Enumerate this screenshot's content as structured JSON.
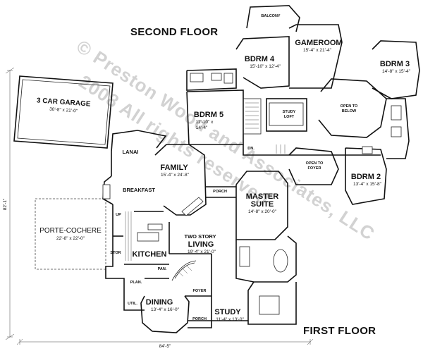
{
  "headings": {
    "second_floor": "SECOND FLOOR",
    "first_floor": "FIRST FLOOR"
  },
  "watermark": {
    "line1": "© Preston Wood and Associates, LLC",
    "line2": "2008 All rights reserved"
  },
  "overall_dims": {
    "width": "84'-5\"",
    "depth": "82'-1\""
  },
  "rooms": {
    "garage": {
      "name": "3 CAR GARAGE",
      "size": "30'-8\" x 21'-0\""
    },
    "porte_cochere": {
      "name": "PORTE-COCHERE",
      "size": "22'-8\" x 22'-0\""
    },
    "lanai": {
      "name": "LANAI"
    },
    "breakfast": {
      "name": "BREAKFAST"
    },
    "family": {
      "name": "FAMILY",
      "size": "15'-4\" x 24'-8\""
    },
    "porch_upper": {
      "name": "PORCH"
    },
    "master_suite": {
      "name": "MASTER",
      "name2": "SUITE",
      "size": "14'-8\" x 20'-0\""
    },
    "living": {
      "name": "LIVING",
      "note": "TWO STORY",
      "size": "19'-4\" x 21'-0\""
    },
    "kitchen": {
      "name": "KITCHEN"
    },
    "stor": {
      "name": "STOR"
    },
    "pan": {
      "name": "PAN."
    },
    "plan_room": {
      "name": "PLAN."
    },
    "util": {
      "name": "UTIL."
    },
    "dining": {
      "name": "DINING",
      "size": "13'-4\" x 16'-0\""
    },
    "foyer": {
      "name": "FOYER"
    },
    "porch_front": {
      "name": "PORCH"
    },
    "study": {
      "name": "STUDY",
      "size": "11'-4\" x 13'-0\""
    },
    "up": {
      "name": "UP"
    },
    "balcony": {
      "name": "BALCONY"
    },
    "gameroom": {
      "name": "GAMEROOM",
      "size": "15'-4\" x 21'-4\""
    },
    "bdrm4": {
      "name": "BDRM 4",
      "size": "15'-10\" x 12'-4\""
    },
    "bdrm3": {
      "name": "BDRM 3",
      "size": "14'-8\" x 15'-4\""
    },
    "bdrm5": {
      "name": "BDRM 5",
      "size1": "11'-10\" x",
      "size2": "14'-4\""
    },
    "study_loft": {
      "name": "STUDY",
      "name2": "LOFT"
    },
    "open_below": {
      "name": "OPEN TO",
      "name2": "BELOW"
    },
    "open_foyer": {
      "name": "OPEN TO",
      "name2": "FOYER"
    },
    "bdrm2": {
      "name": "BDRM 2",
      "size": "13'-4\" x 15'-8\""
    },
    "dn": {
      "name": "DN."
    }
  }
}
